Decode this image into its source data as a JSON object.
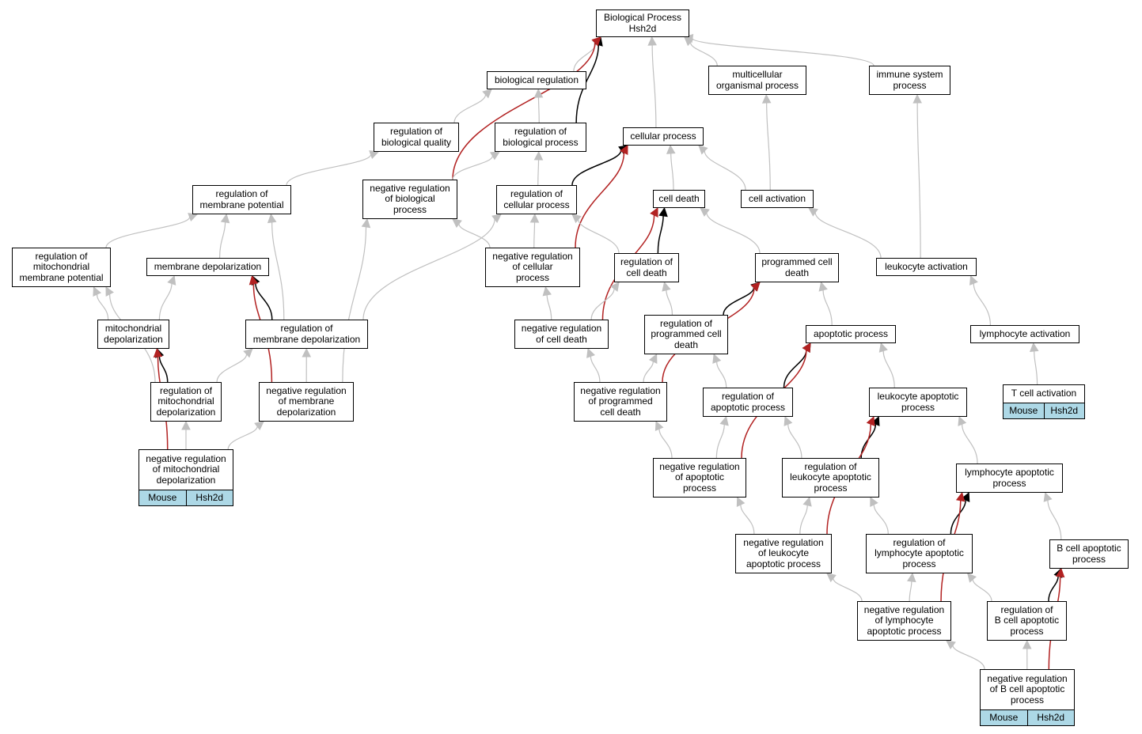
{
  "colors": {
    "is_a_edge": "#c0c0c0",
    "regulates_edge": "#000000",
    "negatively_regulates_edge": "#b22222",
    "annotation_fill": "#add8e6",
    "node_fill": "#ffffff",
    "node_border": "#000000"
  },
  "nodes": [
    {
      "id": "bp",
      "label": "Biological Process\nHsh2d"
    },
    {
      "id": "breg",
      "label": "biological regulation"
    },
    {
      "id": "mop",
      "label": "multicellular\norganismal process"
    },
    {
      "id": "isp",
      "label": "immune system\nprocess"
    },
    {
      "id": "rbq",
      "label": "regulation of\nbiological quality"
    },
    {
      "id": "rbp",
      "label": "regulation of\nbiological process"
    },
    {
      "id": "cp",
      "label": "cellular process"
    },
    {
      "id": "rmp",
      "label": "regulation of\nmembrane potential"
    },
    {
      "id": "nrbp",
      "label": "negative regulation\nof biological\nprocess"
    },
    {
      "id": "rcp",
      "label": "regulation of\ncellular process"
    },
    {
      "id": "cd",
      "label": "cell death"
    },
    {
      "id": "ca",
      "label": "cell activation"
    },
    {
      "id": "rmitp",
      "label": "regulation of\nmitochondrial\nmembrane potential"
    },
    {
      "id": "md",
      "label": "membrane depolarization"
    },
    {
      "id": "nrcp",
      "label": "negative regulation\nof cellular\nprocess"
    },
    {
      "id": "rcd",
      "label": "regulation of\ncell death"
    },
    {
      "id": "pcd",
      "label": "programmed cell\ndeath"
    },
    {
      "id": "la",
      "label": "leukocyte activation"
    },
    {
      "id": "mitd",
      "label": "mitochondrial\ndepolarization"
    },
    {
      "id": "rmd",
      "label": "regulation of\nmembrane depolarization"
    },
    {
      "id": "nrcd",
      "label": "negative regulation\nof cell death"
    },
    {
      "id": "rpcd",
      "label": "regulation of\nprogrammed cell\ndeath"
    },
    {
      "id": "ap",
      "label": "apoptotic process"
    },
    {
      "id": "lyma",
      "label": "lymphocyte activation"
    },
    {
      "id": "rmitd",
      "label": "regulation of\nmitochondrial\ndepolarization"
    },
    {
      "id": "nrmd",
      "label": "negative regulation\nof membrane\ndepolarization"
    },
    {
      "id": "nrpcd",
      "label": "negative regulation\nof programmed\ncell death"
    },
    {
      "id": "rap",
      "label": "regulation of\napoptotic process"
    },
    {
      "id": "lap",
      "label": "leukocyte apoptotic\nprocess"
    },
    {
      "id": "tca",
      "label": "T cell activation",
      "tags": [
        "Mouse",
        "Hsh2d"
      ]
    },
    {
      "id": "nrmitd",
      "label": "negative regulation\nof mitochondrial\ndepolarization",
      "tags": [
        "Mouse",
        "Hsh2d"
      ]
    },
    {
      "id": "nrap",
      "label": "negative regulation\nof apoptotic\nprocess"
    },
    {
      "id": "rlap",
      "label": "regulation of\nleukocyte apoptotic\nprocess"
    },
    {
      "id": "lymap",
      "label": "lymphocyte apoptotic\nprocess"
    },
    {
      "id": "nrlap",
      "label": "negative regulation\nof leukocyte\napoptotic process"
    },
    {
      "id": "rlymap",
      "label": "regulation of\nlymphocyte apoptotic\nprocess"
    },
    {
      "id": "bcap",
      "label": "B cell apoptotic\nprocess"
    },
    {
      "id": "nrlymap",
      "label": "negative regulation\nof lymphocyte\napoptotic process"
    },
    {
      "id": "rbcap",
      "label": "regulation of\nB cell apoptotic\nprocess"
    },
    {
      "id": "nrbcap",
      "label": "negative regulation\nof B cell apoptotic\nprocess",
      "tags": [
        "Mouse",
        "Hsh2d"
      ]
    }
  ],
  "edges": [
    {
      "from": "breg",
      "to": "bp",
      "type": "is_a"
    },
    {
      "from": "mop",
      "to": "bp",
      "type": "is_a"
    },
    {
      "from": "isp",
      "to": "bp",
      "type": "is_a"
    },
    {
      "from": "cp",
      "to": "bp",
      "type": "is_a"
    },
    {
      "from": "rbp",
      "to": "bp",
      "type": "regulates"
    },
    {
      "from": "nrbp",
      "to": "bp",
      "type": "negatively_regulates"
    },
    {
      "from": "rbq",
      "to": "breg",
      "type": "is_a"
    },
    {
      "from": "rbp",
      "to": "breg",
      "type": "is_a"
    },
    {
      "from": "rmp",
      "to": "rbq",
      "type": "is_a"
    },
    {
      "from": "nrbp",
      "to": "rbp",
      "type": "is_a"
    },
    {
      "from": "rcp",
      "to": "rbp",
      "type": "is_a"
    },
    {
      "from": "rcp",
      "to": "cp",
      "type": "regulates"
    },
    {
      "from": "nrcp",
      "to": "cp",
      "type": "negatively_regulates"
    },
    {
      "from": "cd",
      "to": "cp",
      "type": "is_a"
    },
    {
      "from": "ca",
      "to": "cp",
      "type": "is_a"
    },
    {
      "from": "ca",
      "to": "mop",
      "type": "is_a"
    },
    {
      "from": "la",
      "to": "isp",
      "type": "is_a"
    },
    {
      "from": "la",
      "to": "ca",
      "type": "is_a"
    },
    {
      "from": "rmitp",
      "to": "rmp",
      "type": "is_a"
    },
    {
      "from": "md",
      "to": "rmp",
      "type": "is_a"
    },
    {
      "from": "rmd",
      "to": "rmp",
      "type": "is_a"
    },
    {
      "from": "mitd",
      "to": "rmitp",
      "type": "is_a"
    },
    {
      "from": "mitd",
      "to": "md",
      "type": "is_a"
    },
    {
      "from": "rmd",
      "to": "md",
      "type": "regulates"
    },
    {
      "from": "nrmd",
      "to": "md",
      "type": "negatively_regulates"
    },
    {
      "from": "rmd",
      "to": "rcp",
      "type": "is_a"
    },
    {
      "from": "nrcp",
      "to": "nrbp",
      "type": "is_a"
    },
    {
      "from": "nrcp",
      "to": "rcp",
      "type": "is_a"
    },
    {
      "from": "rcd",
      "to": "rcp",
      "type": "is_a"
    },
    {
      "from": "rcd",
      "to": "cd",
      "type": "regulates"
    },
    {
      "from": "nrcd",
      "to": "cd",
      "type": "negatively_regulates"
    },
    {
      "from": "pcd",
      "to": "cd",
      "type": "is_a"
    },
    {
      "from": "nrcd",
      "to": "nrcp",
      "type": "is_a"
    },
    {
      "from": "nrcd",
      "to": "rcd",
      "type": "is_a"
    },
    {
      "from": "rpcd",
      "to": "rcd",
      "type": "is_a"
    },
    {
      "from": "rpcd",
      "to": "pcd",
      "type": "regulates"
    },
    {
      "from": "nrpcd",
      "to": "pcd",
      "type": "negatively_regulates"
    },
    {
      "from": "ap",
      "to": "pcd",
      "type": "is_a"
    },
    {
      "from": "lyma",
      "to": "la",
      "type": "is_a"
    },
    {
      "from": "tca",
      "to": "lyma",
      "type": "is_a"
    },
    {
      "from": "rmitd",
      "to": "rmitp",
      "type": "is_a"
    },
    {
      "from": "rmitd",
      "to": "mitd",
      "type": "regulates"
    },
    {
      "from": "rmitd",
      "to": "rmd",
      "type": "is_a"
    },
    {
      "from": "nrmd",
      "to": "nrbp",
      "type": "is_a"
    },
    {
      "from": "nrmd",
      "to": "rmd",
      "type": "is_a"
    },
    {
      "from": "nrpcd",
      "to": "nrcd",
      "type": "is_a"
    },
    {
      "from": "nrpcd",
      "to": "rpcd",
      "type": "is_a"
    },
    {
      "from": "rap",
      "to": "rpcd",
      "type": "is_a"
    },
    {
      "from": "rap",
      "to": "ap",
      "type": "regulates"
    },
    {
      "from": "nrap",
      "to": "ap",
      "type": "negatively_regulates"
    },
    {
      "from": "lap",
      "to": "ap",
      "type": "is_a"
    },
    {
      "from": "nrmitd",
      "to": "rmitd",
      "type": "is_a"
    },
    {
      "from": "nrmitd",
      "to": "mitd",
      "type": "negatively_regulates"
    },
    {
      "from": "nrmitd",
      "to": "nrmd",
      "type": "is_a"
    },
    {
      "from": "nrap",
      "to": "nrpcd",
      "type": "is_a"
    },
    {
      "from": "nrap",
      "to": "rap",
      "type": "is_a"
    },
    {
      "from": "rlap",
      "to": "rap",
      "type": "is_a"
    },
    {
      "from": "rlap",
      "to": "lap",
      "type": "regulates"
    },
    {
      "from": "nrlap",
      "to": "lap",
      "type": "negatively_regulates"
    },
    {
      "from": "lymap",
      "to": "lap",
      "type": "is_a"
    },
    {
      "from": "nrlap",
      "to": "nrap",
      "type": "is_a"
    },
    {
      "from": "nrlap",
      "to": "rlap",
      "type": "is_a"
    },
    {
      "from": "rlymap",
      "to": "rlap",
      "type": "is_a"
    },
    {
      "from": "rlymap",
      "to": "lymap",
      "type": "regulates"
    },
    {
      "from": "nrlymap",
      "to": "lymap",
      "type": "negatively_regulates"
    },
    {
      "from": "bcap",
      "to": "lymap",
      "type": "is_a"
    },
    {
      "from": "nrlymap",
      "to": "nrlap",
      "type": "is_a"
    },
    {
      "from": "nrlymap",
      "to": "rlymap",
      "type": "is_a"
    },
    {
      "from": "rbcap",
      "to": "rlymap",
      "type": "is_a"
    },
    {
      "from": "rbcap",
      "to": "bcap",
      "type": "regulates"
    },
    {
      "from": "nrbcap",
      "to": "bcap",
      "type": "negatively_regulates"
    },
    {
      "from": "nrbcap",
      "to": "nrlymap",
      "type": "is_a"
    },
    {
      "from": "nrbcap",
      "to": "rbcap",
      "type": "is_a"
    }
  ]
}
